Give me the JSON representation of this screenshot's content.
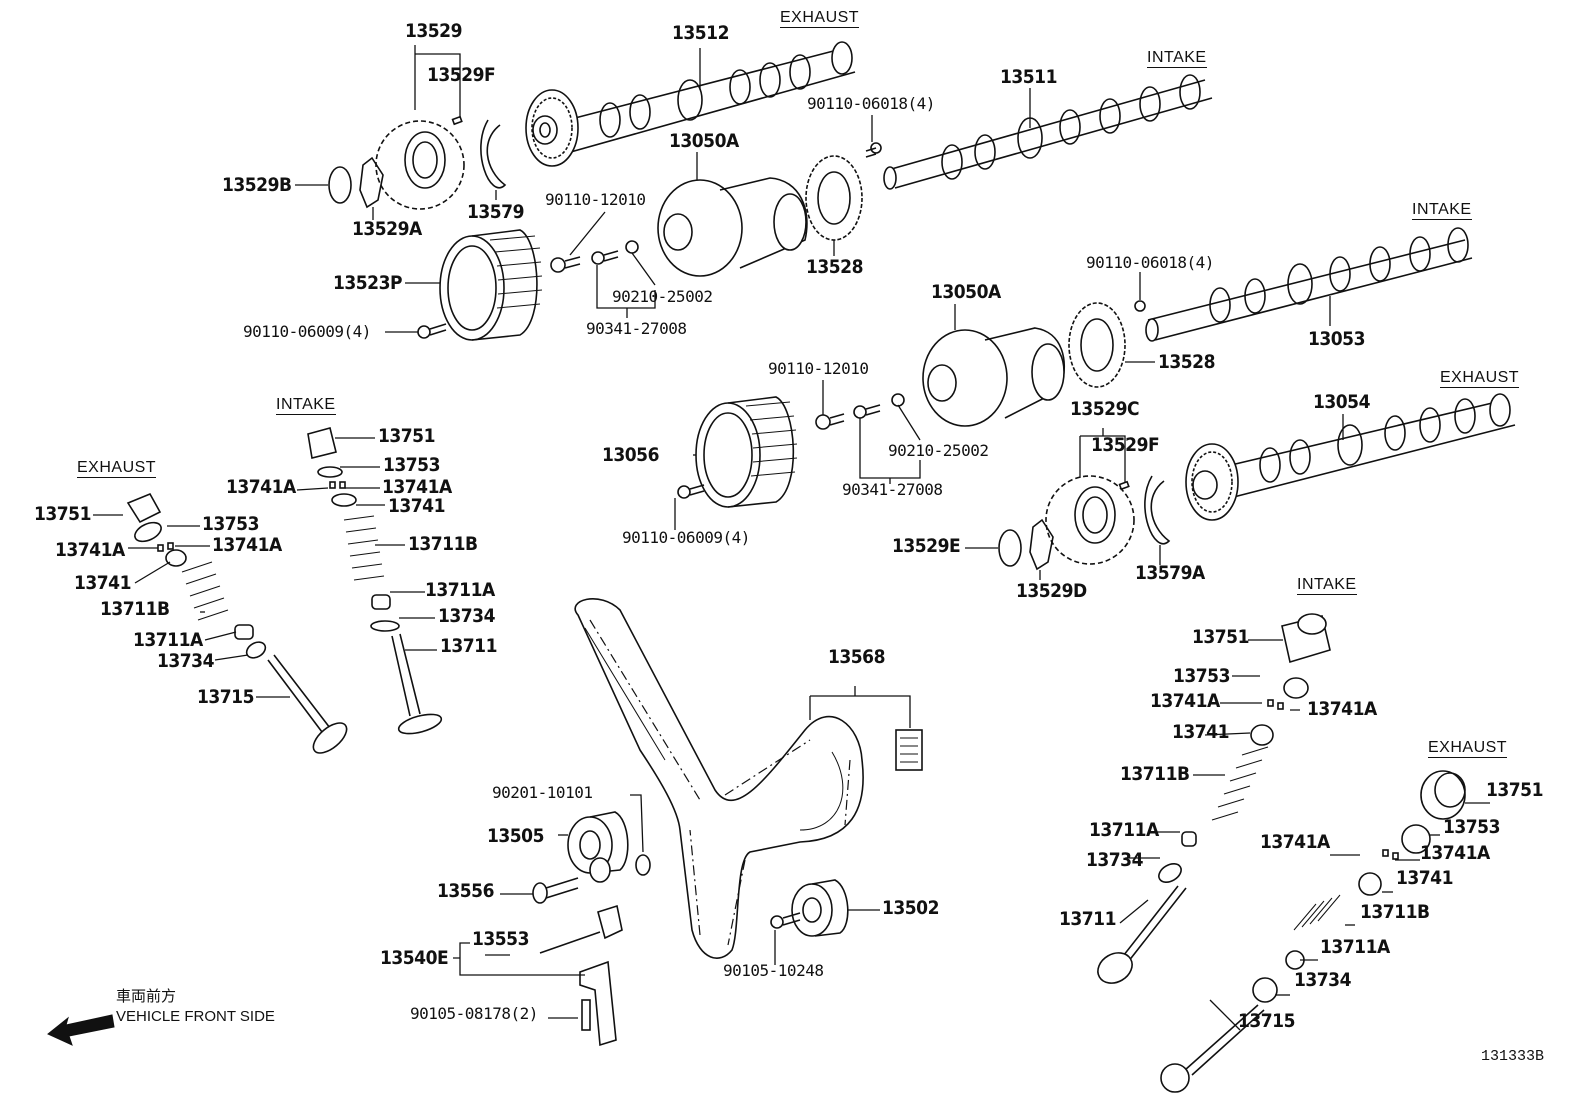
{
  "diagram": {
    "title": "Camshaft & Valve / Timing Belt Parts Diagram",
    "figure_code": "131333B",
    "direction_note": {
      "jp": "車両前方",
      "en": "VEHICLE FRONT SIDE",
      "icon": "arrow-left-down-icon"
    },
    "sections": {
      "exhaust_top": "EXHAUST",
      "intake_top": "INTAKE",
      "intake_right": "INTAKE",
      "exhaust_right": "EXHAUST",
      "intake_left_valves": "INTAKE",
      "exhaust_left_valves": "EXHAUST",
      "intake_right_valves": "INTAKE",
      "exhaust_right_valves": "EXHAUST"
    },
    "labels": {
      "p13529": "13529",
      "p13529F_a": "13529F",
      "p13512": "13512",
      "p13511": "13511",
      "p90110_06018_a": "90110-06018(4)",
      "p13529B": "13529B",
      "p13529A": "13529A",
      "p13579": "13579",
      "p13050A_a": "13050A",
      "p90110_12010_a": "90110-12010",
      "p13528_a": "13528",
      "p13523P": "13523P",
      "p90210_25002_a": "90210-25002",
      "p90341_27008_a": "90341-27008",
      "p90110_06009_a": "90110-06009(4)",
      "p90110_06018_b": "90110-06018(4)",
      "p13053": "13053",
      "p13050A_b": "13050A",
      "p13528_b": "13528",
      "p90110_12010_b": "90110-12010",
      "p13056": "13056",
      "p90210_25002_b": "90210-25002",
      "p90341_27008_b": "90341-27008",
      "p90110_06009_b": "90110-06009(4)",
      "p13054": "13054",
      "p13529C": "13529C",
      "p13529F_b": "13529F",
      "p13529E": "13529E",
      "p13529D": "13529D",
      "p13579A": "13579A",
      "li_13751": "13751",
      "li_13753": "13753",
      "li_13741A_l": "13741A",
      "li_13741A_r": "13741A",
      "li_13741": "13741",
      "li_13711B": "13711B",
      "li_13711A": "13711A",
      "li_13734": "13734",
      "li_13711": "13711",
      "le_13751": "13751",
      "le_13753": "13753",
      "le_13741A_l": "13741A",
      "le_13741A_r": "13741A",
      "le_13741": "13741",
      "le_13711B": "13711B",
      "le_13711A": "13711A",
      "le_13734": "13734",
      "le_13715": "13715",
      "p13568": "13568",
      "p90201_10101": "90201-10101",
      "p13505": "13505",
      "p13556": "13556",
      "p13553": "13553",
      "p13540E": "13540E",
      "p90105_08178": "90105-08178(2)",
      "p13502": "13502",
      "p90105_10248": "90105-10248",
      "ri_13751": "13751",
      "ri_13753": "13753",
      "ri_13741A_l": "13741A",
      "ri_13741A_r": "13741A",
      "ri_13741": "13741",
      "ri_13711B": "13711B",
      "ri_13711A": "13711A",
      "ri_13734": "13734",
      "ri_13711": "13711",
      "re_13751": "13751",
      "re_13753": "13753",
      "re_13741A_l": "13741A",
      "re_13741A_r": "13741A",
      "re_13741": "13741",
      "re_13711B": "13711B",
      "re_13711A": "13711A",
      "re_13734": "13734",
      "re_13715": "13715"
    }
  }
}
